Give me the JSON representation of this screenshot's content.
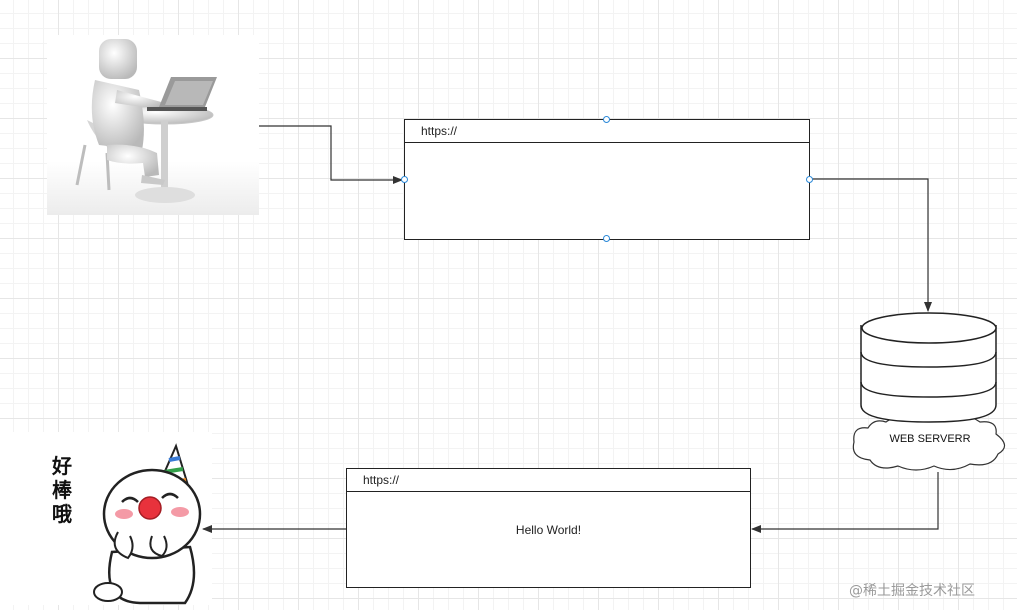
{
  "top_browser": {
    "url": "https://"
  },
  "bottom_browser": {
    "url": "https://",
    "content": "Hello World!"
  },
  "database": {
    "label": "WEB SERVERR"
  },
  "sticker": {
    "caption_chars": [
      "好",
      "棒",
      "哦"
    ]
  },
  "watermark": "@稀土掘金技术社区",
  "colors": {
    "line": "#222222",
    "handle": "#2a88d8",
    "grid": "#e6e6e6",
    "nose": "#e8323c"
  }
}
